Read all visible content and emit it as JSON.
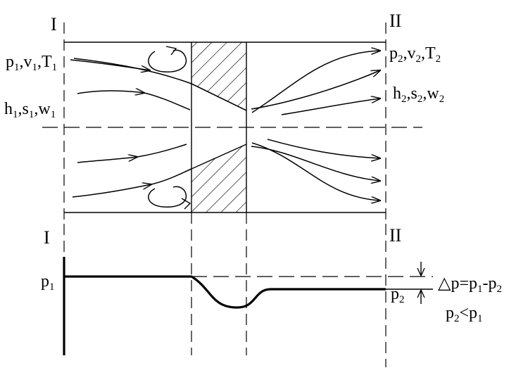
{
  "sections": {
    "left": "I",
    "right": "II"
  },
  "inlet": {
    "row1": [
      {
        "base": "p",
        "sub": "1"
      },
      {
        "base": "v",
        "sub": "1"
      },
      {
        "base": "T",
        "sub": "1"
      }
    ],
    "row2": [
      {
        "base": "h",
        "sub": "1"
      },
      {
        "base": "s",
        "sub": "1"
      },
      {
        "base": "w",
        "sub": "1"
      }
    ]
  },
  "outlet": {
    "row1": [
      {
        "base": "p",
        "sub": "2"
      },
      {
        "base": "v",
        "sub": "2"
      },
      {
        "base": "T",
        "sub": "2"
      }
    ],
    "row2": [
      {
        "base": "h",
        "sub": "2"
      },
      {
        "base": "s",
        "sub": "2"
      },
      {
        "base": "w",
        "sub": "2"
      }
    ]
  },
  "pressure": {
    "p1": {
      "base": "p",
      "sub": "1"
    },
    "p2": {
      "base": "p",
      "sub": "2"
    },
    "delta_symbol": "△",
    "delta_var": "p",
    "equals": "=",
    "minus": "-",
    "lt": "<"
  },
  "colors": {
    "ink": "#000000",
    "background": "#ffffff"
  }
}
